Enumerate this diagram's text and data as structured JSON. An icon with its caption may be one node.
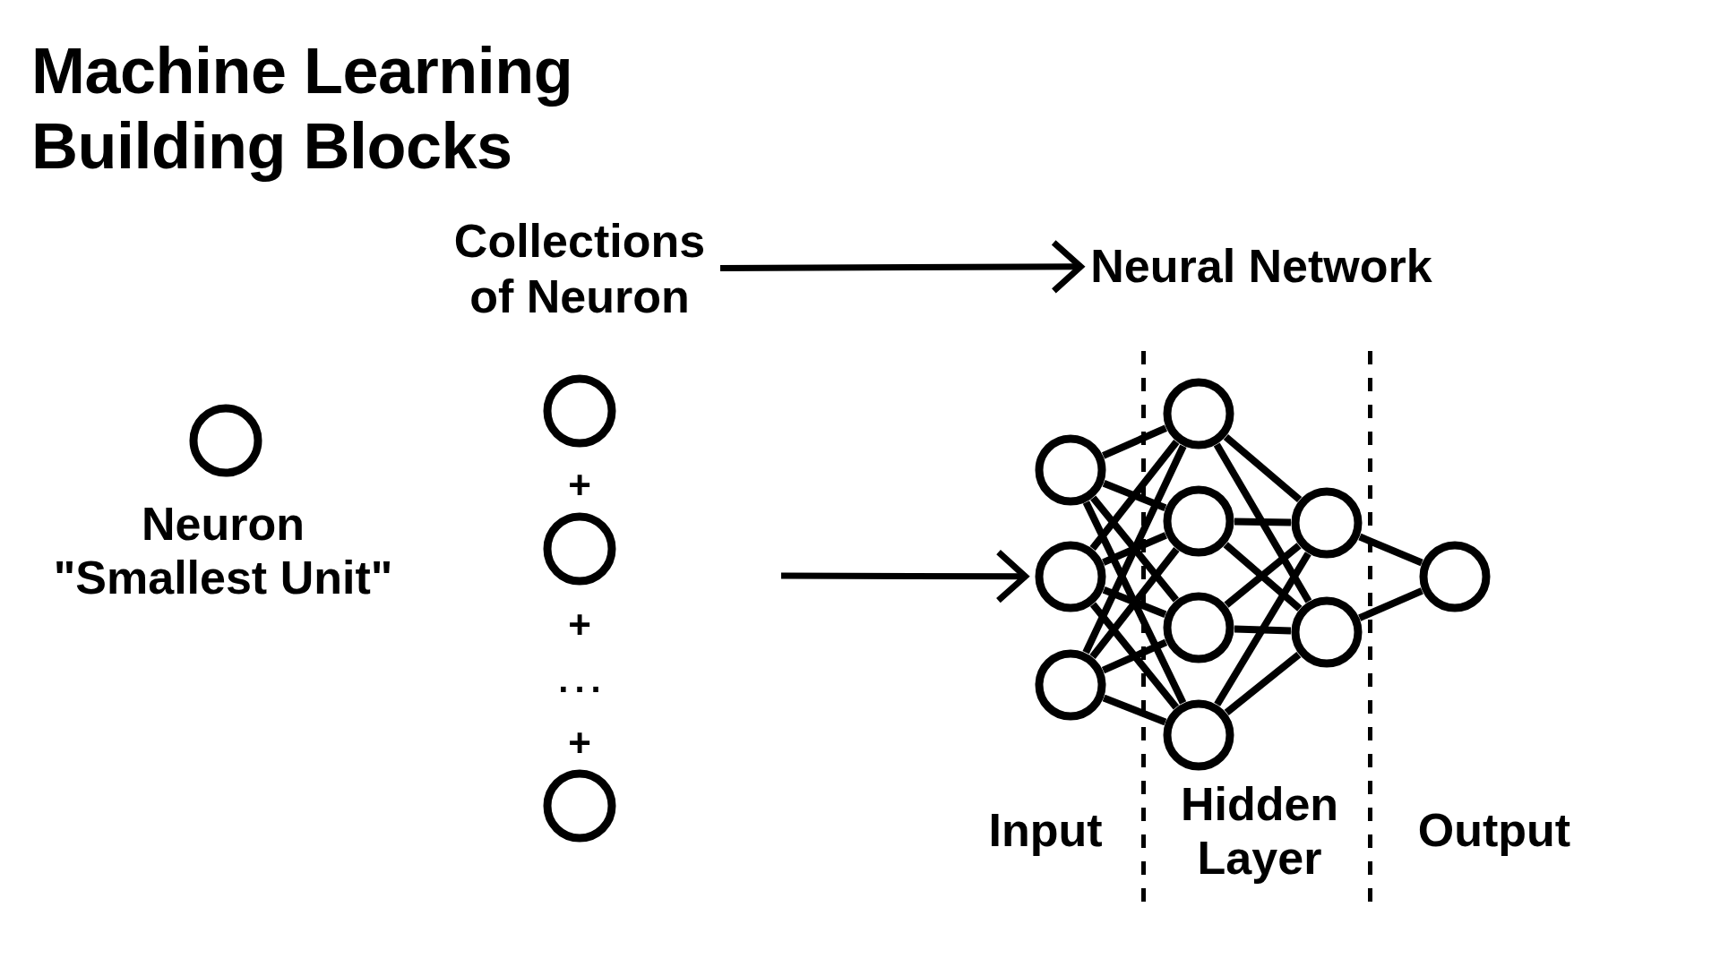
{
  "diagram": {
    "title": "Machine Learning Building Blocks",
    "nodes": [
      {
        "text": [],
        "shape": "circle",
        "beside": [
          "Neuron",
          "\"Smallest Unit\""
        ]
      },
      {
        "text": [
          "Collections of Neuron"
        ]
      },
      {
        "text": [
          "Neural Network"
        ]
      },
      {
        "text": [],
        "shape": "circle"
      },
      {
        "text": [],
        "shape": "circle"
      },
      {
        "text": [],
        "shape": "circle"
      },
      {
        "text": [],
        "shape": "circle"
      },
      {
        "text": [],
        "shape": "circle"
      },
      {
        "text": [],
        "shape": "circle"
      },
      {
        "text": [],
        "shape": "circle"
      },
      {
        "text": [],
        "shape": "circle"
      },
      {
        "text": [],
        "shape": "circle"
      },
      {
        "text": [],
        "shape": "circle"
      },
      {
        "text": [],
        "shape": "circle"
      },
      {
        "text": [],
        "shape": "circle"
      },
      {
        "text": [],
        "shape": "circle"
      }
    ],
    "edges": [
      {
        "from": 1,
        "to": 2,
        "arrow": "to"
      },
      {
        "from": null,
        "to": 7,
        "arrow": "to"
      },
      {
        "from": 6,
        "to": 9,
        "arrow": "none"
      },
      {
        "from": 6,
        "to": 10,
        "arrow": "none"
      },
      {
        "from": 6,
        "to": 11,
        "arrow": "none"
      },
      {
        "from": 6,
        "to": 12,
        "arrow": "none"
      },
      {
        "from": 7,
        "to": 9,
        "arrow": "none"
      },
      {
        "from": 7,
        "to": 10,
        "arrow": "none"
      },
      {
        "from": 7,
        "to": 11,
        "arrow": "none"
      },
      {
        "from": 7,
        "to": 12,
        "arrow": "none"
      },
      {
        "from": 8,
        "to": 9,
        "arrow": "none"
      },
      {
        "from": 8,
        "to": 10,
        "arrow": "none"
      },
      {
        "from": 8,
        "to": 11,
        "arrow": "none"
      },
      {
        "from": 8,
        "to": 12,
        "arrow": "none"
      },
      {
        "from": 9,
        "to": 13,
        "arrow": "none"
      },
      {
        "from": 9,
        "to": 14,
        "arrow": "none"
      },
      {
        "from": 10,
        "to": 13,
        "arrow": "none"
      },
      {
        "from": 10,
        "to": 14,
        "arrow": "none"
      },
      {
        "from": 11,
        "to": 13,
        "arrow": "none"
      },
      {
        "from": 11,
        "to": 14,
        "arrow": "none"
      },
      {
        "from": 12,
        "to": 13,
        "arrow": "none"
      },
      {
        "from": 12,
        "to": 14,
        "arrow": "none"
      },
      {
        "from": 13,
        "to": 15,
        "arrow": "none"
      },
      {
        "from": 14,
        "to": 15,
        "arrow": "none"
      }
    ],
    "labels": [
      "+",
      "+",
      "...",
      "+",
      "Input",
      "Hidden Layer",
      "Output"
    ]
  }
}
